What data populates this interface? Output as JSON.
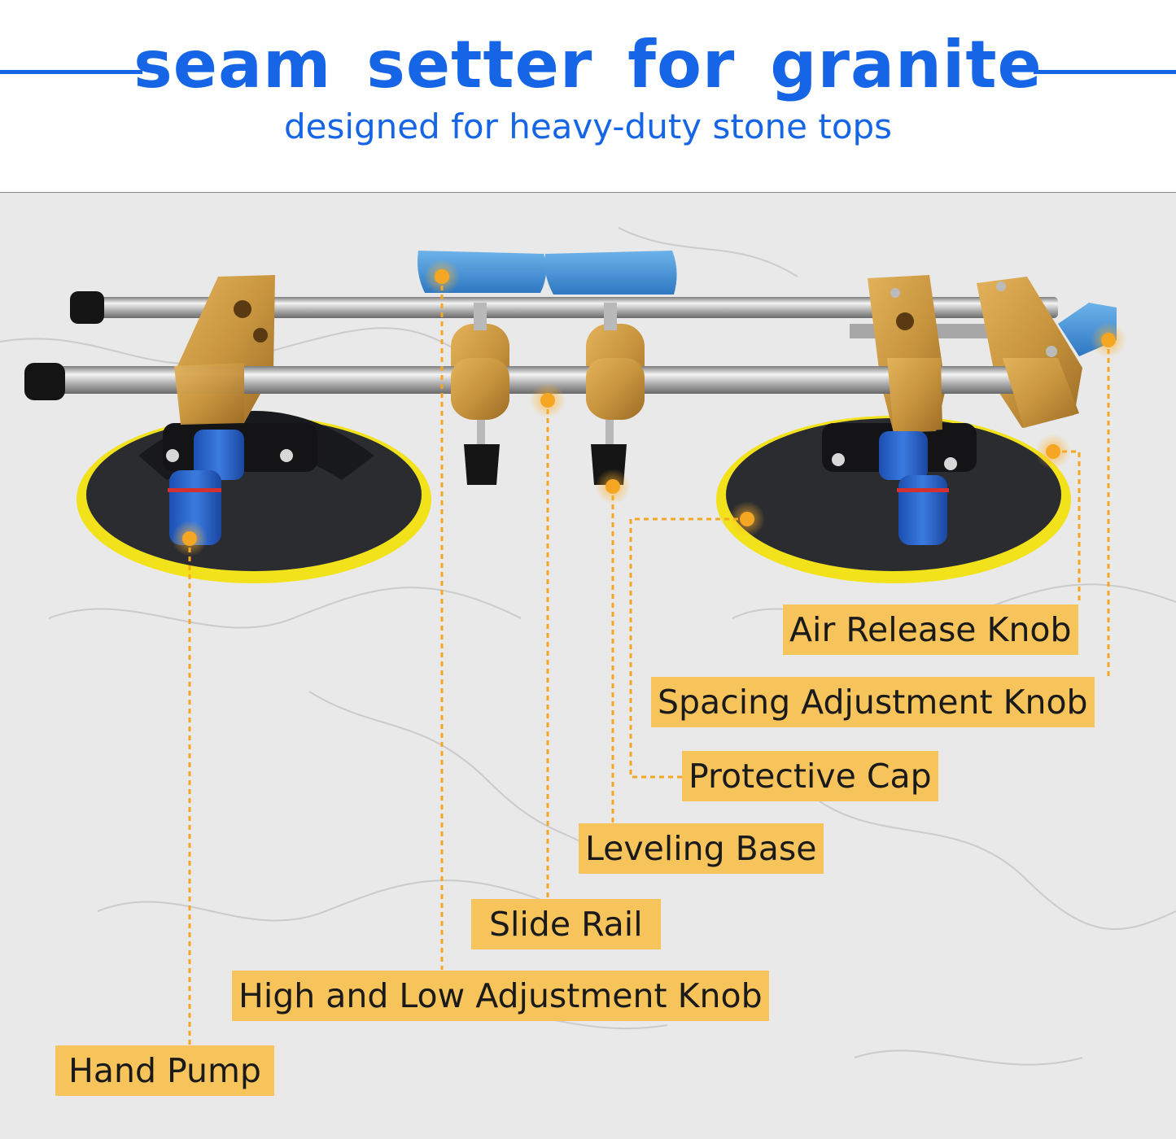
{
  "header": {
    "title": "seam setter for granite",
    "subtitle": "designed for heavy-duty stone tops"
  },
  "colors": {
    "accent_blue": "#1565e6",
    "label_bg": "#f6c45a",
    "leader_orange": "#f5a623",
    "marble": "#e9e9e9",
    "gold": "#c9953f",
    "anodized_blue": "#4a9ad8",
    "pad_yellow": "#f2e21c"
  },
  "callouts": [
    {
      "id": "air-release-knob",
      "label": "Air Release Knob"
    },
    {
      "id": "spacing-adjustment-knob",
      "label": "Spacing Adjustment Knob"
    },
    {
      "id": "protective-cap",
      "label": "Protective Cap"
    },
    {
      "id": "leveling-base",
      "label": "Leveling Base"
    },
    {
      "id": "slide-rail",
      "label": "Slide Rail"
    },
    {
      "id": "high-and-low-adjustment-knob",
      "label": "High and Low Adjustment Knob"
    },
    {
      "id": "hand-pump",
      "label": "Hand Pump"
    }
  ]
}
